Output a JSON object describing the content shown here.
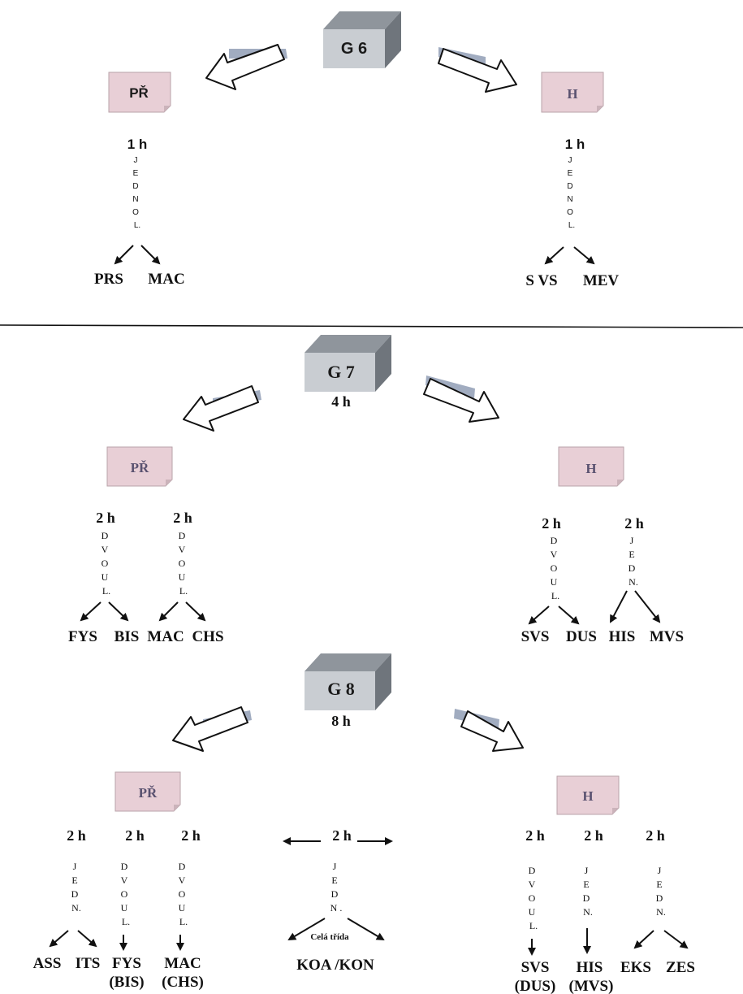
{
  "colors": {
    "note_fill": "#e8cfd6",
    "cube_front": "#c9cdd2",
    "cube_top": "#8f959c",
    "cube_side": "#6f757c",
    "arrow_shadow": "#8a97b0"
  },
  "g6": {
    "cube_label": "G 6",
    "left_note": "PŘ",
    "right_note": "H",
    "left_hours": "1 h",
    "right_hours": "1 h",
    "left_vertical": [
      "J",
      "E",
      "D",
      "N",
      "O",
      "L."
    ],
    "right_vertical": [
      "J",
      "E",
      "D",
      "N",
      "O",
      "L."
    ],
    "left_leaves": [
      "PRS",
      "MAC"
    ],
    "right_leaves": [
      "S VS",
      "MEV"
    ]
  },
  "g7": {
    "cube_label": "G 7",
    "cube_hours": "4 h",
    "left_note": "PŘ",
    "right_note": "H",
    "groups": [
      {
        "hours": "2 h",
        "vertical": [
          "D",
          "V",
          "O",
          "U",
          "L."
        ],
        "leaves": [
          "FYS",
          "BIS"
        ]
      },
      {
        "hours": "2 h",
        "vertical": [
          "D",
          "V",
          "O",
          "U",
          "L."
        ],
        "leaves": [
          "MAC",
          "CHS"
        ]
      },
      {
        "hours": "2 h",
        "vertical": [
          "D",
          "V",
          "O",
          "U",
          "L."
        ],
        "leaves": [
          "SVS",
          "DUS"
        ]
      },
      {
        "hours": "2 h",
        "vertical": [
          "J",
          "E",
          "D",
          "N."
        ],
        "leaves": [
          "HIS",
          "MVS"
        ]
      }
    ]
  },
  "g8": {
    "cube_label": "G 8",
    "cube_hours": "8 h",
    "left_note": "PŘ",
    "right_note": "H",
    "groups": [
      {
        "hours": "2 h",
        "vertical": [
          "J",
          "E",
          "D",
          "N."
        ],
        "leaves": [
          "ASS",
          "ITS"
        ]
      },
      {
        "hours": "2 h",
        "vertical": [
          "D",
          "V",
          "O",
          "U",
          "L."
        ],
        "leaves": [
          "FYS",
          "(BIS)"
        ]
      },
      {
        "hours": "2 h",
        "vertical": [
          "D",
          "V",
          "O",
          "U",
          "L."
        ],
        "leaves": [
          "MAC",
          "(CHS)"
        ]
      },
      {
        "hours": "2 h",
        "vertical": [
          "J",
          "E",
          "D",
          "N ."
        ],
        "note": "Celá třída",
        "leaves": [
          "KOA /KON"
        ]
      },
      {
        "hours": "2 h",
        "vertical": [
          "D",
          "V",
          "O",
          "U",
          "L."
        ],
        "leaves": [
          "SVS",
          "(DUS)"
        ]
      },
      {
        "hours": "2 h",
        "vertical": [
          "J",
          "E",
          "D",
          "N."
        ],
        "leaves": [
          "HIS",
          "(MVS)"
        ]
      },
      {
        "hours": "2 h",
        "vertical": [
          "J",
          "E",
          "D",
          "N."
        ],
        "leaves": [
          "EKS",
          "ZES"
        ]
      }
    ]
  }
}
